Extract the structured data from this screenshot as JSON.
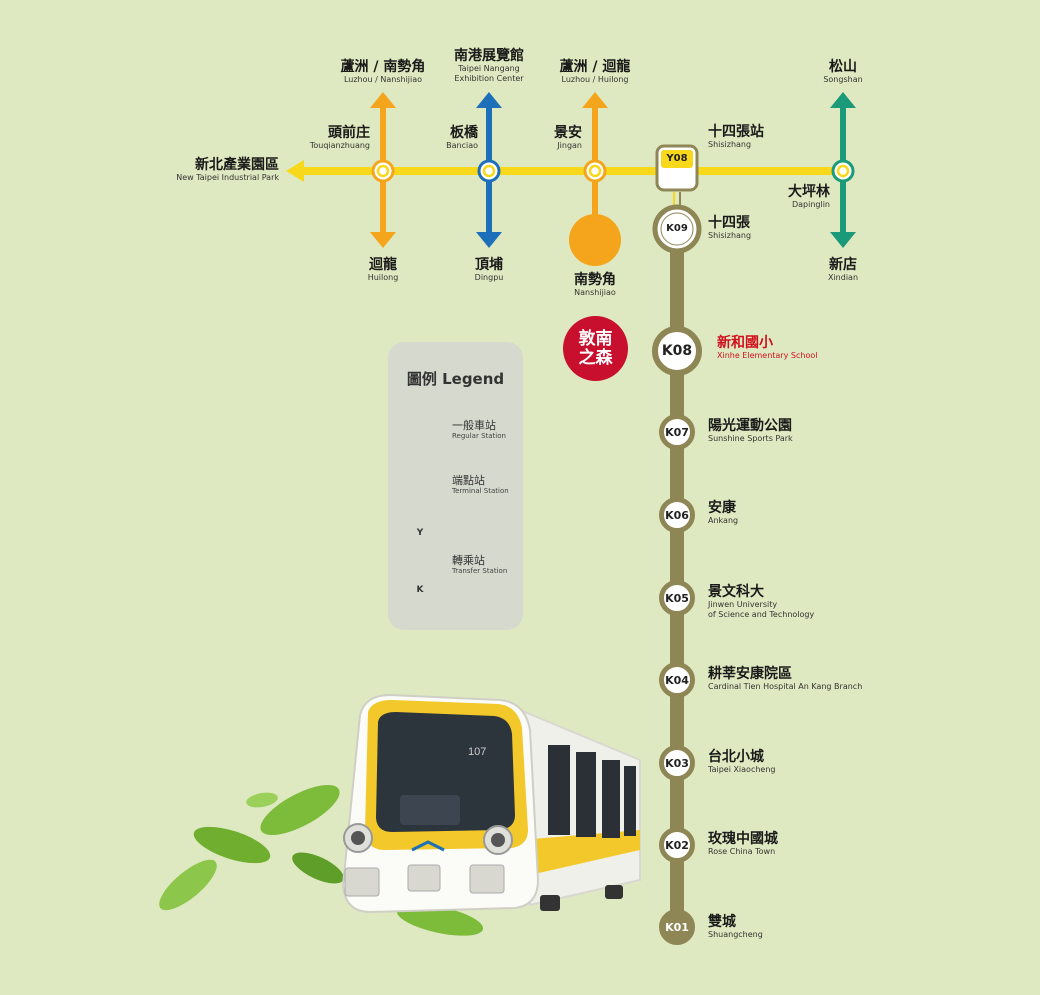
{
  "colors": {
    "background": "#dfe9c1",
    "yellow_line": "#f7d81a",
    "orange_line": "#f4a51c",
    "blue_line": "#1c6fb8",
    "green_line": "#1a9a78",
    "ankeng_line": "#8f8656",
    "highlight": "#c8102e"
  },
  "yellow_line": {
    "west_terminal": {
      "zh": "新北產業園區",
      "en": "New Taipei Industrial Park"
    },
    "stations": [
      {
        "zh": "頭前庄",
        "en": "Touqianzhuang"
      },
      {
        "zh": "板橋",
        "en": "Banciao"
      },
      {
        "zh": "景安",
        "en": "Jingan"
      },
      {
        "zh": "十四張站",
        "en": "Shisizhang"
      },
      {
        "zh": "大坪林",
        "en": "Dapinglin"
      }
    ]
  },
  "branches": {
    "touqianzhuang_north": {
      "zh": "蘆洲 / 南勢角",
      "en": "Luzhou / Nanshijiao"
    },
    "touqianzhuang_south": {
      "zh": "迴龍",
      "en": "Huilong"
    },
    "banciao_north": {
      "zh": "南港展覽館",
      "en": "Taipei Nangang Exhibition Center"
    },
    "banciao_north_en1": "Taipei Nangang",
    "banciao_north_en2": "Exhibition Center",
    "banciao_south": {
      "zh": "頂埔",
      "en": "Dingpu"
    },
    "jingan_north": {
      "zh": "蘆洲 / 迴龍",
      "en": "Luzhou / Huilong"
    },
    "jingan_south": {
      "zh": "南勢角",
      "en": "Nanshijiao"
    },
    "dapinglin_north": {
      "zh": "松山",
      "en": "Songshan"
    },
    "dapinglin_south": {
      "zh": "新店",
      "en": "Xindian"
    }
  },
  "transfer": {
    "top": "Y08",
    "bottom": "K09"
  },
  "ankeng_line": {
    "stations": [
      {
        "code": "K09",
        "zh": "十四張",
        "en": "Shisizhang"
      },
      {
        "code": "K08",
        "zh": "新和國小",
        "en": "Xinhe Elementary School"
      },
      {
        "code": "K07",
        "zh": "陽光運動公園",
        "en": "Sunshine Sports Park"
      },
      {
        "code": "K06",
        "zh": "安康",
        "en": "Ankang"
      },
      {
        "code": "K05",
        "zh": "景文科大",
        "en": "Jinwen University",
        "en2": "of Science and Technology"
      },
      {
        "code": "K04",
        "zh": "耕莘安康院區",
        "en": "Cardinal Tien Hospital An Kang Branch"
      },
      {
        "code": "K03",
        "zh": "台北小城",
        "en": "Taipei Xiaocheng"
      },
      {
        "code": "K02",
        "zh": "玫瑰中國城",
        "en": "Rose China Town"
      },
      {
        "code": "K01",
        "zh": "雙城",
        "en": "Shuangcheng"
      }
    ]
  },
  "badge": {
    "line1": "敦南",
    "line2": "之森"
  },
  "legend": {
    "title": "圖例 Legend",
    "regular": {
      "zh": "一般車站",
      "en": "Regular Station"
    },
    "terminal": {
      "zh": "端點站",
      "en": "Terminal Station"
    },
    "transfer": {
      "zh": "轉乘站",
      "en": "Transfer Station"
    },
    "transfer_top": "Y",
    "transfer_bottom": "K"
  },
  "train": {
    "number": "107"
  }
}
